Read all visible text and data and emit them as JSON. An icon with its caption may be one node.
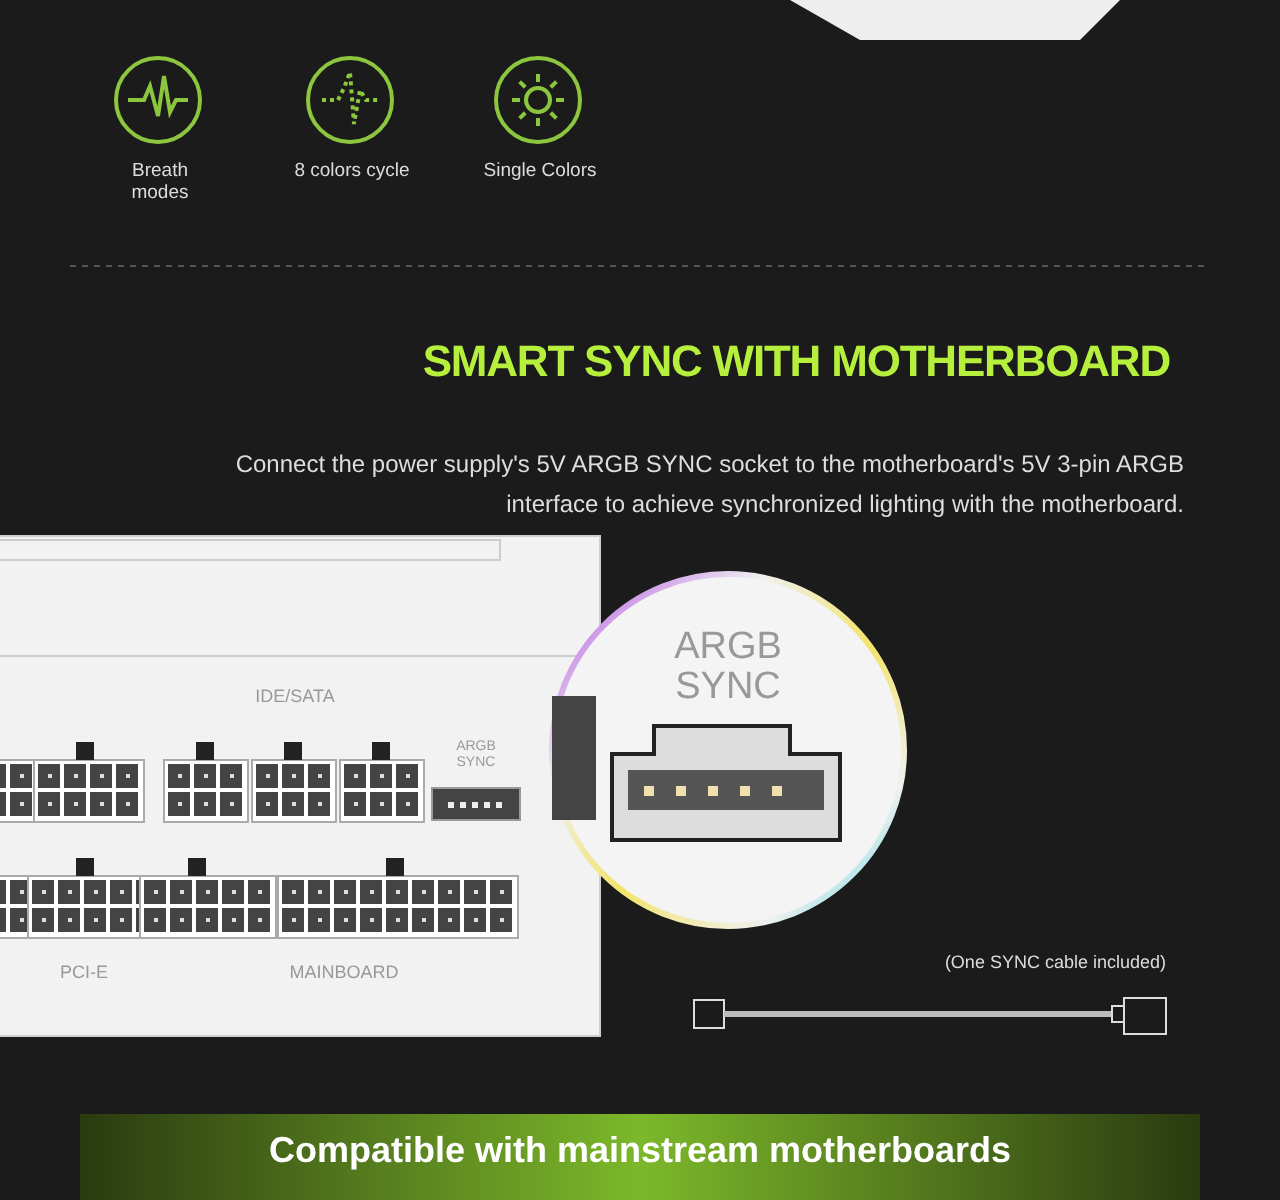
{
  "diagram": {
    "title": "SMART SYNC WITH MOTHERBOARD",
    "labels": [
      "Breath modes",
      "8 colors cycle",
      "Single Colors",
      "Connect the power supply's 5V ARGB SYNC socket to the motherboard's 5V 3-pin ARGB interface to achieve synchronized lighting with the motherboard.",
      "IDE/SATA",
      "ARGB SYNC",
      "PCI-E",
      "MAINBOARD",
      "ARGB SYNC",
      "(One SYNC cable included)",
      "Compatible with mainstream motherboards"
    ]
  }
}
